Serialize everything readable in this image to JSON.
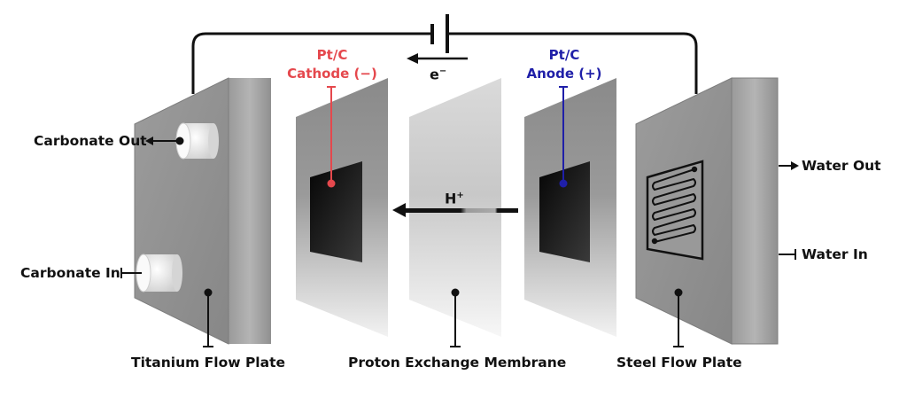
{
  "labels": {
    "cathode_material": "Pt/C",
    "cathode_name": "Cathode (−)",
    "anode_material": "Pt/C",
    "anode_name": "Anode (+)",
    "electron": "e",
    "electron_sup": "−",
    "proton": "H",
    "proton_sup": "+",
    "carbonate_out": "Carbonate Out",
    "carbonate_in": "Carbonate In",
    "water_out": "Water Out",
    "water_in": "Water In",
    "titanium_plate": "Titanium Flow Plate",
    "membrane": "Proton Exchange Membrane",
    "steel_plate": "Steel Flow Plate"
  },
  "colors": {
    "cathode": "#e5484d",
    "anode": "#1f1fa8",
    "text": "#111111",
    "plate_face": "#8e8e8e",
    "plate_side": "#a8a8a8"
  }
}
